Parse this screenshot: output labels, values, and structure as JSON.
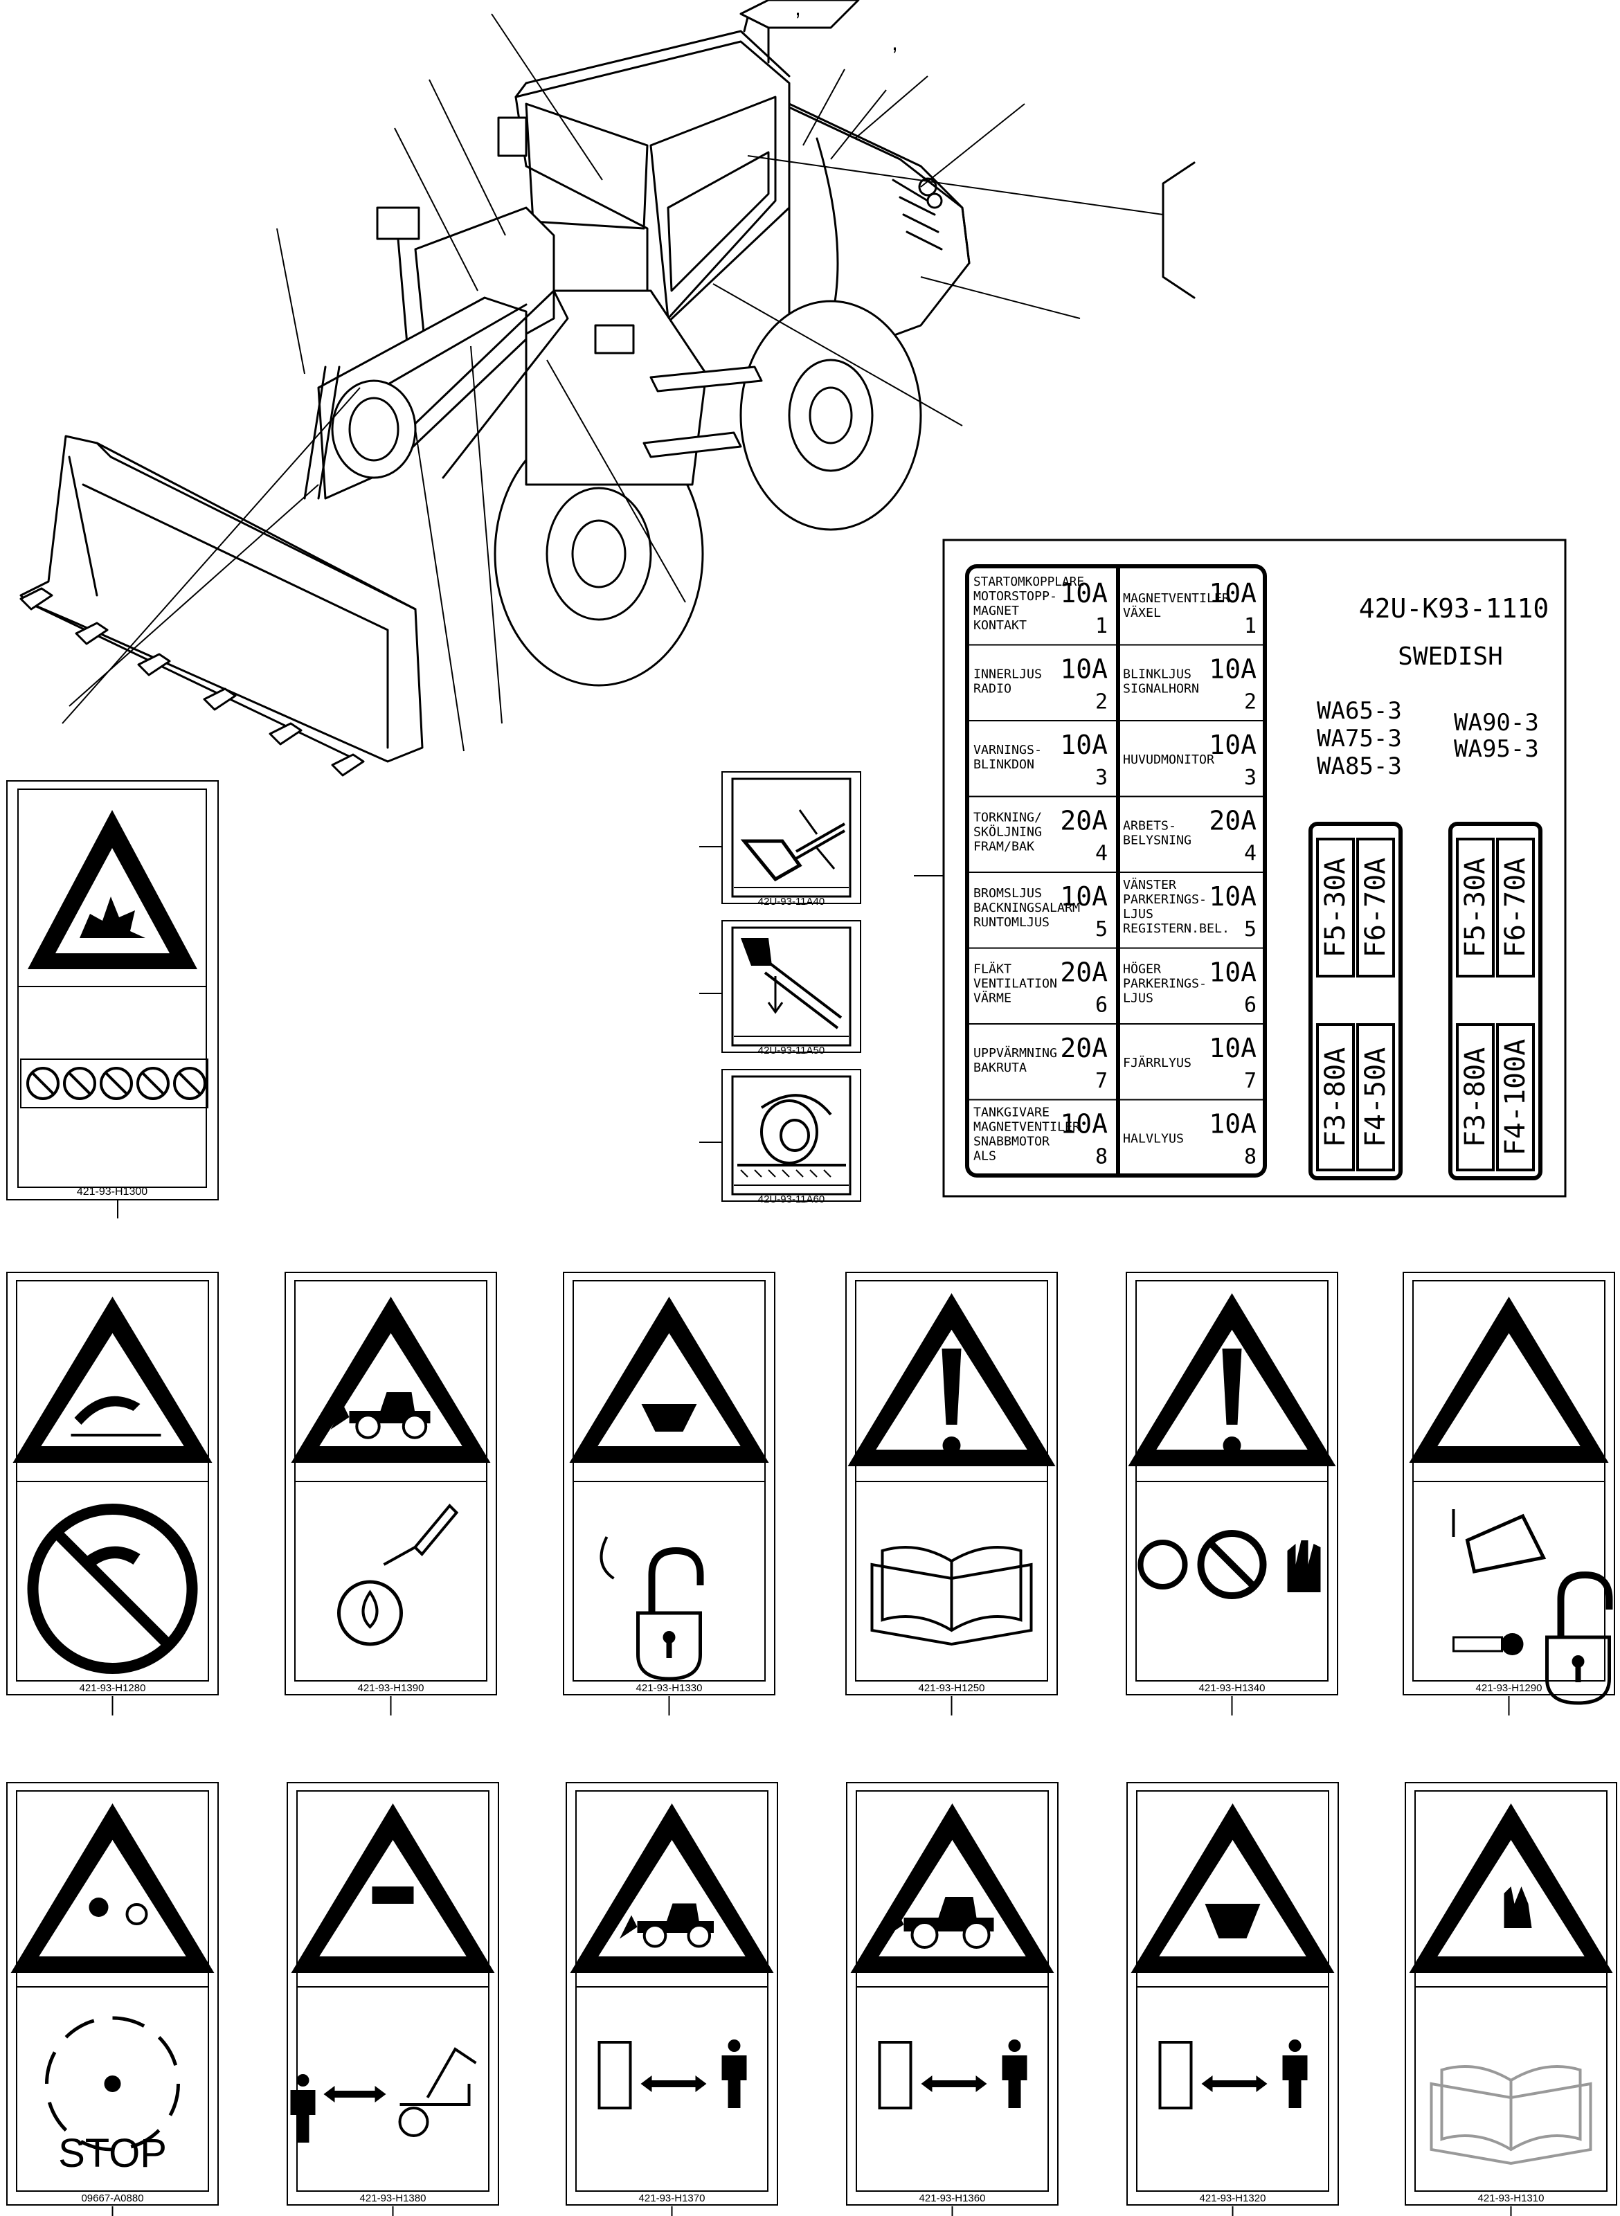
{
  "fuse_chart": {
    "part_number": "42U-K93-1110",
    "language": "SWEDISH",
    "models_left": [
      "WA65-3",
      "WA75-3",
      "WA85-3"
    ],
    "models_right": [
      "WA90-3",
      "WA95-3"
    ],
    "left_fuses": [
      {
        "lines": [
          "STARTOMKOPPLARE",
          "MOTORSTOPP-",
          "MAGNET",
          "KONTAKT"
        ],
        "amp": "10A",
        "num": "1"
      },
      {
        "lines": [
          "INNERLJUS",
          "RADIO"
        ],
        "amp": "10A",
        "num": "2"
      },
      {
        "lines": [
          "VARNINGS-",
          "BLINKDON"
        ],
        "amp": "10A",
        "num": "3"
      },
      {
        "lines": [
          "TORKNING/",
          "SKÖLJNING",
          "FRAM/BAK"
        ],
        "amp": "20A",
        "num": "4"
      },
      {
        "lines": [
          "BROMSLJUS",
          "BACKNINGSALARM",
          "RUNTOMLJUS"
        ],
        "amp": "10A",
        "num": "5"
      },
      {
        "lines": [
          "FLÄKT",
          "VENTILATION",
          "VÄRME"
        ],
        "amp": "20A",
        "num": "6"
      },
      {
        "lines": [
          "UPPVÄRMNING",
          "BAKRUTA"
        ],
        "amp": "20A",
        "num": "7"
      },
      {
        "lines": [
          "TANKGIVARE",
          "MAGNETVENTILER",
          "SNABBMOTOR",
          "ALS"
        ],
        "amp": "10A",
        "num": "8"
      }
    ],
    "right_fuses": [
      {
        "lines": [
          "MAGNETVENTILER",
          "VÄXEL"
        ],
        "amp": "10A",
        "num": "1"
      },
      {
        "lines": [
          "BLINKLJUS",
          "SIGNALHORN"
        ],
        "amp": "10A",
        "num": "2"
      },
      {
        "lines": [
          "HUVUDMONITOR"
        ],
        "amp": "10A",
        "num": "3"
      },
      {
        "lines": [
          "ARBETS-",
          "BELYSNING"
        ],
        "amp": "20A",
        "num": "4"
      },
      {
        "lines": [
          "VÄNSTER",
          "PARKERINGS-",
          "LJUS",
          "REGISTERN.BEL."
        ],
        "amp": "10A",
        "num": "5"
      },
      {
        "lines": [
          "HÖGER",
          "PARKERINGS-",
          "LJUS"
        ],
        "amp": "10A",
        "num": "6"
      },
      {
        "lines": [
          "FJÄRRLYUS"
        ],
        "amp": "10A",
        "num": "7"
      },
      {
        "lines": [
          "HALVLYUS"
        ],
        "amp": "10A",
        "num": "8"
      }
    ],
    "main_fuses_left": [
      [
        "F5-30A",
        "F6-70A"
      ],
      [
        "F3-80A",
        "F4-50A"
      ]
    ],
    "main_fuses_right": [
      [
        "F5-30A",
        "F6-70A"
      ],
      [
        "F3-80A",
        "F4-100A"
      ]
    ]
  },
  "small_decals": [
    "42U-93-11A40",
    "42U-93-11A50",
    "42U-93-11A60"
  ],
  "decal_h1300": "421-93-H1300",
  "decal_row1": [
    "421-93-H1280",
    "421-93-H1390",
    "421-93-H1330",
    "421-93-H1250",
    "421-93-H1340",
    "421-93-H1290"
  ],
  "decal_row2": [
    "09667-A0880",
    "421-93-H1380",
    "421-93-H1370",
    "421-93-H1360",
    "421-93-H1320",
    "421-93-H1310"
  ],
  "stop_text": "STOP",
  "callout_marks": [
    ",",
    ","
  ]
}
